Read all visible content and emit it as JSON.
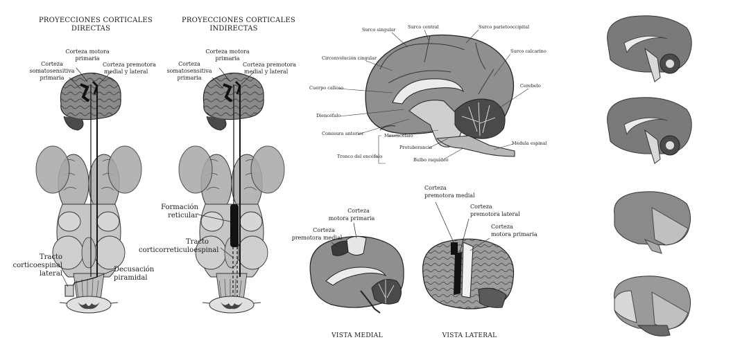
{
  "panel_a": {
    "title_line1": "PROYECCIONES CORTICALES",
    "title_line2": "DIRECTAS",
    "motor_1": "Corteza motora",
    "motor_2": "primaria",
    "somato_1": "Corteza",
    "somato_2": "somatosensitiva",
    "somato_3": "primaria",
    "premotor_1": "Corteza premotora",
    "premotor_2": "medial y lateral",
    "tract_1": "Tracto",
    "tract_2": "corticoespinal",
    "tract_3": "lateral",
    "decus_1": "Decusación",
    "decus_2": "piramidal"
  },
  "panel_b": {
    "title_line1": "PROYECCIONES CORTICALES",
    "title_line2": "INDIRECTAS",
    "motor_1": "Corteza motora",
    "motor_2": "primaria",
    "somato_1": "Corteza",
    "somato_2": "somatosensitiva",
    "somato_3": "primaria",
    "premotor_1": "Corteza premotora",
    "premotor_2": "medial y lateral",
    "retic_1": "Formación",
    "retic_2": "reticular",
    "tract_1": "Tracto",
    "tract_2": "corticorreticuloespinal"
  },
  "panel_c": {
    "surco_singular": "Surco singular",
    "surco_central": "Surco central",
    "surco_parieto": "Surco parietooccipital",
    "circunvolucion": "Circonvolución cingular",
    "surco_calcarino": "Surco calcarino",
    "cuerpo_calloso": "Cuerpo calloso",
    "cerebelo": "Cerebelo",
    "diencefalo": "Diencéfalo",
    "comisura": "Comisura anterior",
    "mesencefalo": "Mesencéfalo",
    "protuberancia": "Protuberancia",
    "medula": "Médula espinal",
    "tronco": "Tronco del encéfalo",
    "bulbo": "Bulbo raquídeo"
  },
  "panel_d": {
    "motor_1": "Corteza",
    "motor_2": "motora primaria",
    "premotor_1": "Corteza",
    "premotor_2": "premotora medial",
    "caption": "VISTA MEDIAL"
  },
  "panel_e": {
    "medial_1": "Corteza",
    "medial_2": "premotora medial",
    "lateral_1": "Corteza",
    "lateral_2": "premotora lateral",
    "motor_1": "Corteza",
    "motor_2": "motora primaria",
    "caption": "VISTA LATERAL"
  },
  "colors": {
    "cortex_dark": "#6e6e6e",
    "cortex_mid": "#9a9a9a",
    "cortex_light": "#c4c4c4",
    "white_matter": "#ececec",
    "ink": "#1a1a1a"
  }
}
